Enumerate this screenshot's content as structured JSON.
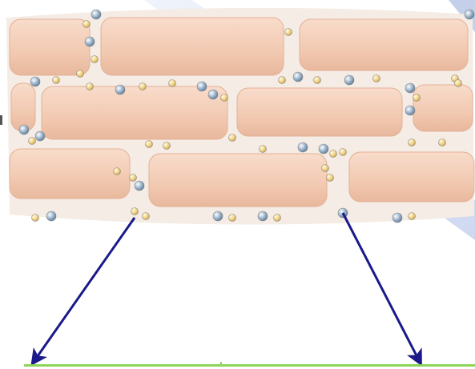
{
  "diagram": {
    "subject": "brick-wall-with-mortar-particles",
    "colors": {
      "background": "#ffffff",
      "brick": "#f4cdb6",
      "brick_edge": "#e3b195",
      "mortar": "#f6f1ec",
      "wall_backdrop": "#efe3da",
      "particle_yellow": "#f1d489",
      "particle_blue": "#9db5cc",
      "particle_edge": "#8a8a8a",
      "arrow": "#1a1a8a",
      "frame_band": "#dce4f4",
      "base_line": "#8cd45a"
    },
    "arrow_count": 2,
    "brick_rows": 3
  }
}
